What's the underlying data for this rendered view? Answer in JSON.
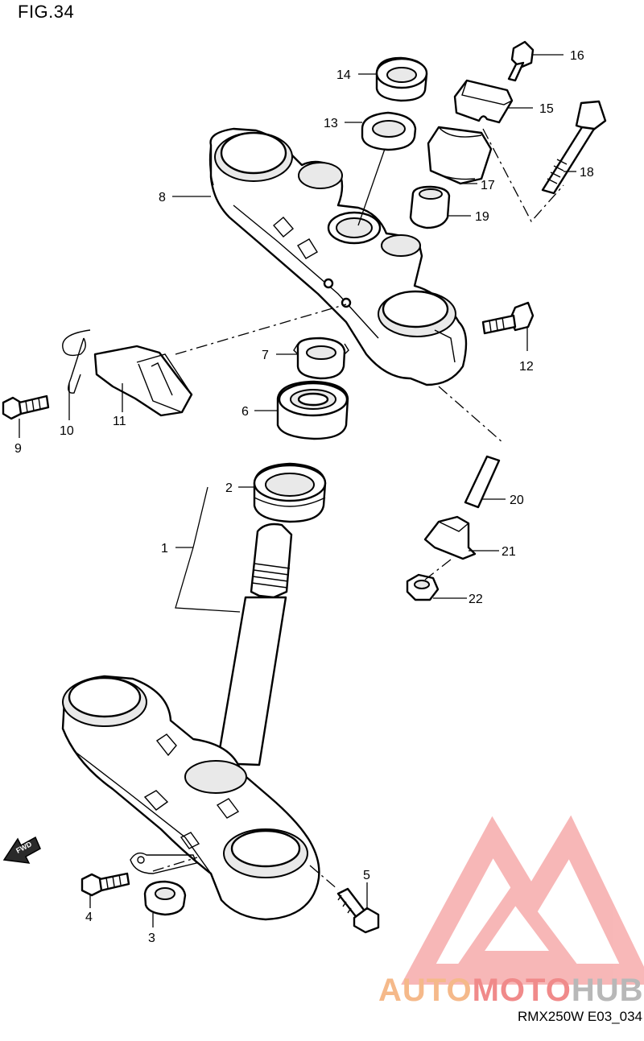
{
  "figure": {
    "title": "FIG.34",
    "code": "RMX250W E03_034"
  },
  "direction_label": "FWD",
  "watermark": {
    "part1": "AUTO",
    "part2": "MOTO",
    "part3": "HUB",
    "triangle_color": "#f5a0a0",
    "text_colors": [
      "#f5b98a",
      "#f08a8a",
      "#b8b8b8"
    ]
  },
  "callouts": [
    {
      "id": "1",
      "label": "1"
    },
    {
      "id": "2",
      "label": "2"
    },
    {
      "id": "3",
      "label": "3"
    },
    {
      "id": "4",
      "label": "4"
    },
    {
      "id": "5",
      "label": "5"
    },
    {
      "id": "6",
      "label": "6"
    },
    {
      "id": "7",
      "label": "7"
    },
    {
      "id": "8",
      "label": "8"
    },
    {
      "id": "9",
      "label": "9"
    },
    {
      "id": "10",
      "label": "10"
    },
    {
      "id": "11",
      "label": "11"
    },
    {
      "id": "12",
      "label": "12"
    },
    {
      "id": "13",
      "label": "13"
    },
    {
      "id": "14",
      "label": "14"
    },
    {
      "id": "15",
      "label": "15"
    },
    {
      "id": "16",
      "label": "16"
    },
    {
      "id": "17",
      "label": "17"
    },
    {
      "id": "18",
      "label": "18"
    },
    {
      "id": "19",
      "label": "19"
    },
    {
      "id": "20",
      "label": "20"
    },
    {
      "id": "21",
      "label": "21"
    },
    {
      "id": "22",
      "label": "22"
    }
  ]
}
